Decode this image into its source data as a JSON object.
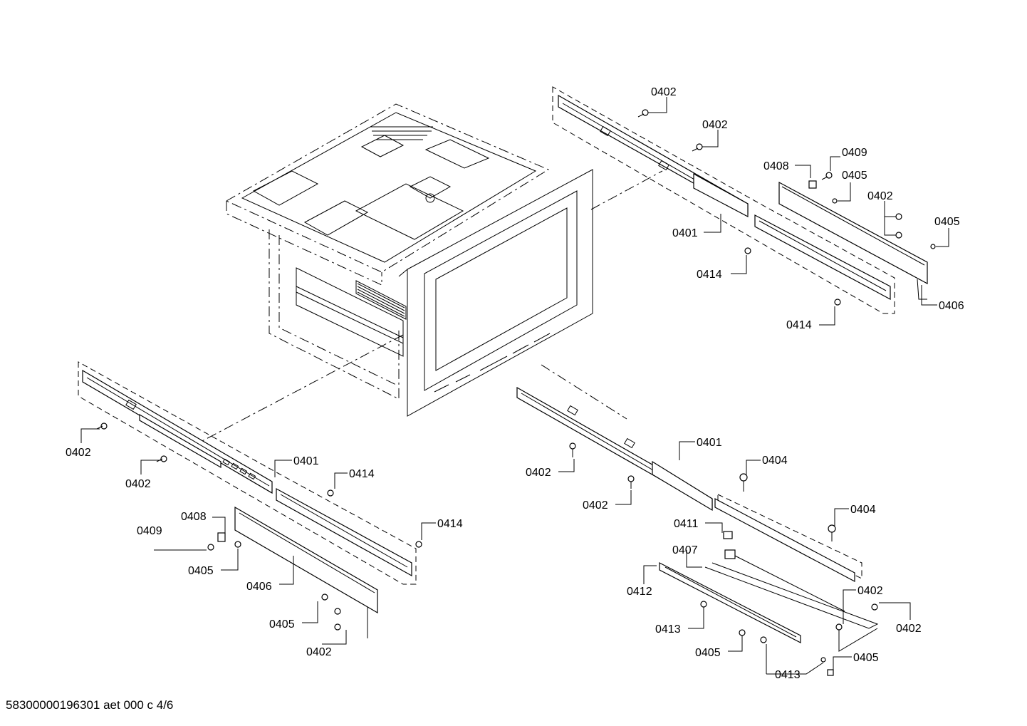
{
  "footer": "58300000196301 aet 000 c 4/6",
  "labels": {
    "tr_0402_a": "0402",
    "tr_0402_b": "0402",
    "tr_0408": "0408",
    "tr_0409": "0409",
    "tr_0405_a": "0405",
    "tr_0402_c": "0402",
    "tr_0405_b": "0405",
    "tr_0401": "0401",
    "tr_0414_a": "0414",
    "tr_0406": "0406",
    "tr_0414_b": "0414",
    "bl_0402_a": "0402",
    "bl_0402_b": "0402",
    "bl_0401": "0401",
    "bl_0414_a": "0414",
    "bl_0408": "0408",
    "bl_0414_b": "0414",
    "bl_0409": "0409",
    "bl_0405_a": "0405",
    "bl_0406": "0406",
    "bl_0405_b": "0405",
    "bl_0402_c": "0402",
    "br_0401": "0401",
    "br_0404_a": "0404",
    "br_0402_a": "0402",
    "br_0402_b": "0402",
    "br_0404_b": "0404",
    "br_0411": "0411",
    "br_0407": "0407",
    "br_0412": "0412",
    "br_0402_c": "0402",
    "br_0402_d": "0402",
    "br_0413_a": "0413",
    "br_0405_a": "0405",
    "br_0405_b": "0405",
    "br_0413_b": "0413"
  }
}
